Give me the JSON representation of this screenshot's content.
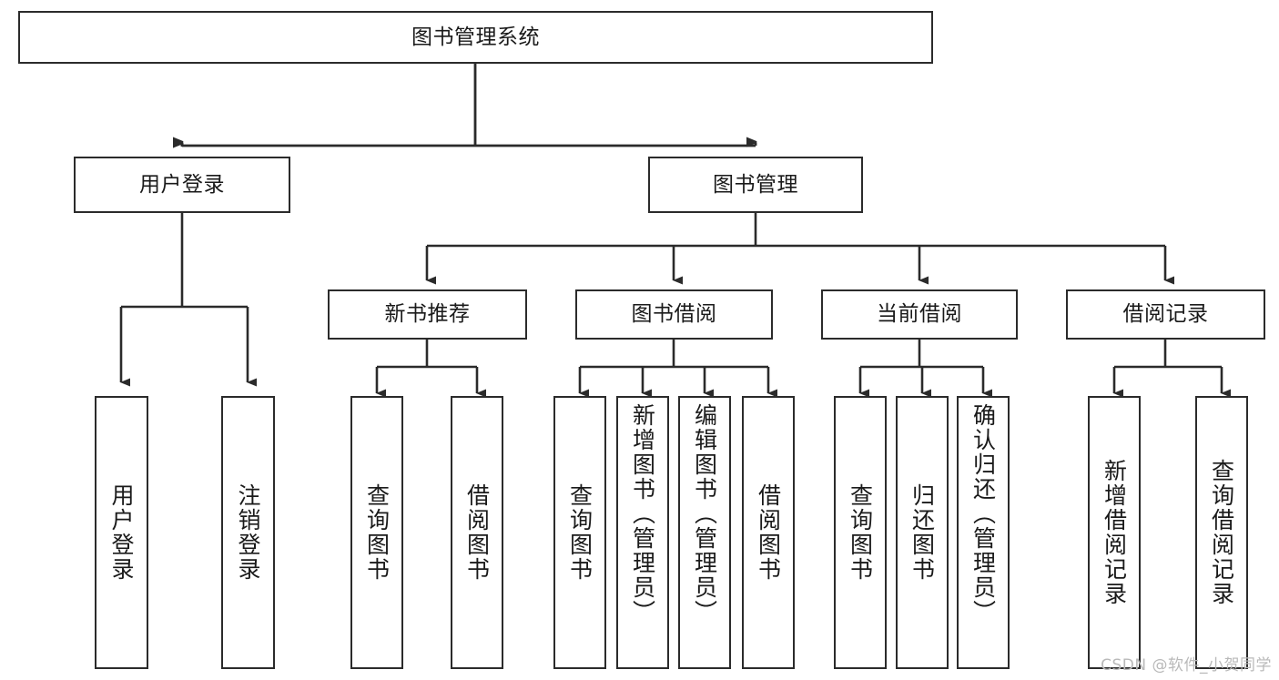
{
  "diagram": {
    "type": "tree-hierarchy-chart",
    "title": "图书管理系统",
    "background_color": "#ffffff",
    "box_border_color": "#2b2b2b",
    "text_color": "#1a1a1a",
    "connector_color": "#2b2b2b",
    "root": {
      "id": "root",
      "label": "图书管理系统"
    },
    "level1": [
      {
        "id": "user-login",
        "label": "用户登录"
      },
      {
        "id": "book-manage",
        "label": "图书管理"
      }
    ],
    "level2": [
      {
        "id": "new-book-recommend",
        "label": "新书推荐",
        "parent": "book-manage"
      },
      {
        "id": "book-borrow",
        "label": "图书借阅",
        "parent": "book-manage"
      },
      {
        "id": "current-borrow",
        "label": "当前借阅",
        "parent": "book-manage"
      },
      {
        "id": "borrow-record",
        "label": "借阅记录",
        "parent": "book-manage"
      }
    ],
    "leaves": {
      "user_login": [
        {
          "id": "leaf-user-login",
          "label": "用户登录"
        },
        {
          "id": "leaf-logout-login",
          "label": "注销登录"
        }
      ],
      "new_book_recommend": [
        {
          "id": "leaf-query-book-1",
          "label": "查询图书"
        },
        {
          "id": "leaf-borrow-book-1",
          "label": "借阅图书"
        }
      ],
      "book_borrow": [
        {
          "id": "leaf-query-book-2",
          "label": "查询图书"
        },
        {
          "id": "leaf-add-book",
          "label": "新增图书（管理员）"
        },
        {
          "id": "leaf-edit-book",
          "label": "编辑图书（管理员）"
        },
        {
          "id": "leaf-borrow-book-2",
          "label": "借阅图书"
        }
      ],
      "current_borrow": [
        {
          "id": "leaf-query-book-3",
          "label": "查询图书"
        },
        {
          "id": "leaf-return-book",
          "label": "归还图书"
        },
        {
          "id": "leaf-confirm-return",
          "label": "确认归还（管理员）"
        }
      ],
      "borrow_record": [
        {
          "id": "leaf-add-record",
          "label": "新增借阅记录"
        },
        {
          "id": "leaf-query-record",
          "label": "查询借阅记录"
        }
      ]
    }
  },
  "watermark": {
    "text": "CSDN @软件_小贺同学"
  }
}
